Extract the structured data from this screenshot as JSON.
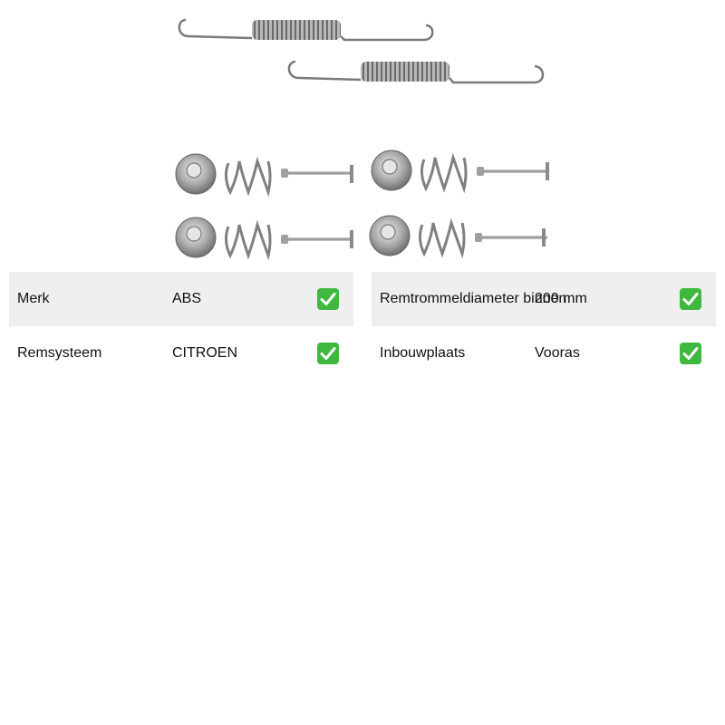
{
  "specs": {
    "left": [
      {
        "label": "Merk",
        "value": "ABS"
      },
      {
        "label": "Remsysteem",
        "value": "CITROEN"
      }
    ],
    "right": [
      {
        "label": "Remtrommeldiameter binnen",
        "value": "200 mm"
      },
      {
        "label": "Inbouwplaats",
        "value": "Vooras"
      }
    ]
  },
  "icons": {
    "check": "check-mark-icon",
    "check_color": "#3fb83f"
  }
}
